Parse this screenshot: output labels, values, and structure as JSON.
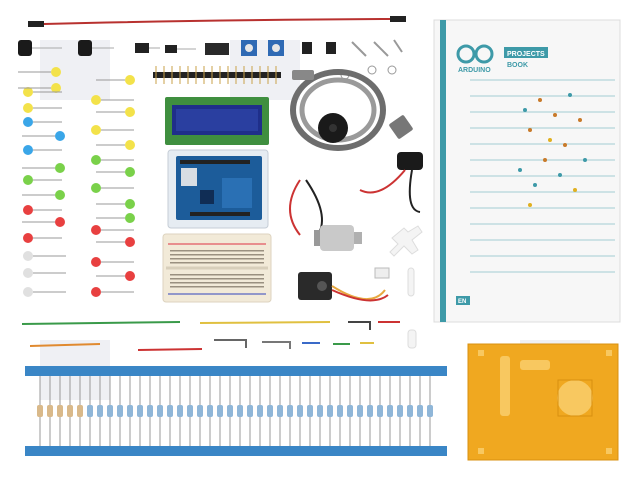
{
  "book": {
    "brand": "ARDUINO",
    "title_line1": "PROJECTS",
    "title_line2": "BOOK",
    "language": "EN"
  },
  "colors": {
    "brand_teal": "#3e9aa8",
    "board_blue": "#1c5c9a",
    "lcd_green": "#3f8f3f",
    "lcd_screen": "#2a3fa0",
    "tape_blue": "#3a86c6",
    "acrylic_orange": "#f0a820",
    "breadboard": "#f2ead8"
  },
  "icons": [
    "arduino-infinity-logo",
    "watermark-tme-logo"
  ]
}
